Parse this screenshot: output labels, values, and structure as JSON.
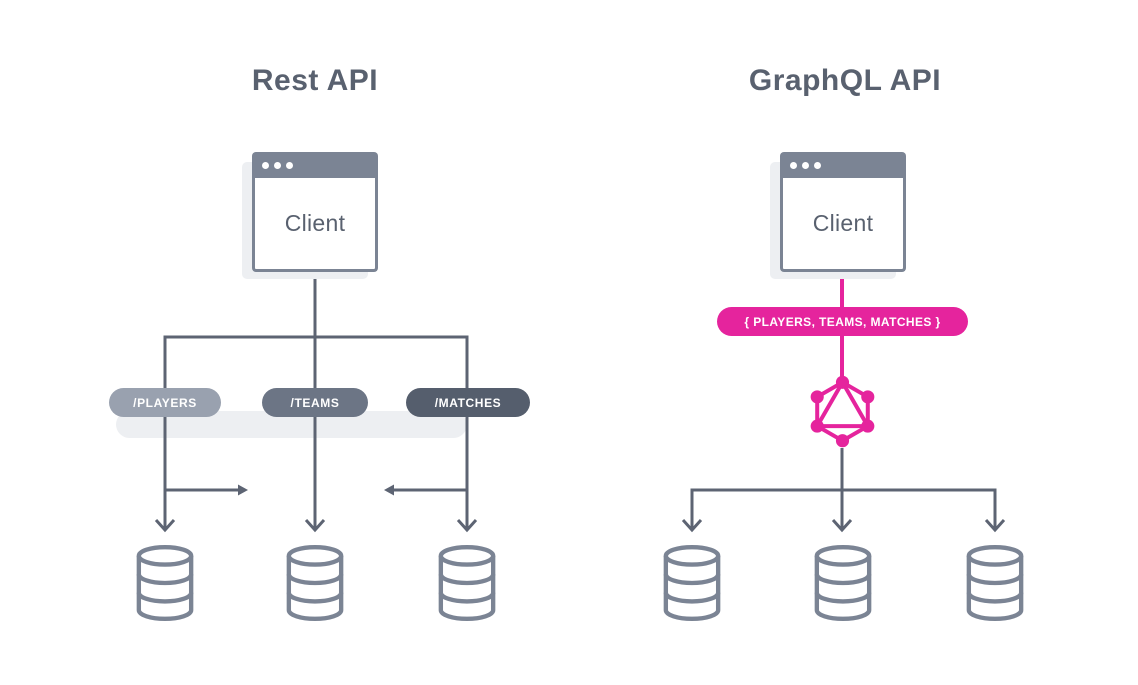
{
  "colors": {
    "background": "#ffffff",
    "title": "#59616f",
    "line": "#5d6473",
    "frame": "#7b8494",
    "client_text": "#59616f",
    "window_shadow": "#edeff2",
    "pills_shadow": "#edeff2",
    "pill_text": "#ffffff",
    "pill_players_bg": "#99a1af",
    "pill_teams_bg": "#6c7585",
    "pill_matches_bg": "#555e6d",
    "pink": "#e5249d",
    "database": "#7b8494"
  },
  "rest": {
    "title": "Rest API",
    "client_label": "Client",
    "endpoints": [
      {
        "label": "/PLAYERS"
      },
      {
        "label": "/TEAMS"
      },
      {
        "label": "/MATCHES"
      }
    ],
    "database_count": 3
  },
  "graphql": {
    "title": "GraphQL API",
    "client_label": "Client",
    "query_label": "{ PLAYERS, TEAMS, MATCHES }",
    "database_count": 3
  },
  "icons": {
    "window_dots": "three-circles",
    "database": "cylinder-stack",
    "graphql_logo": "hexagon-with-triangle-and-nodes",
    "down_arrow": "chevron-down",
    "merge_arrows": "left-right-triangles"
  }
}
